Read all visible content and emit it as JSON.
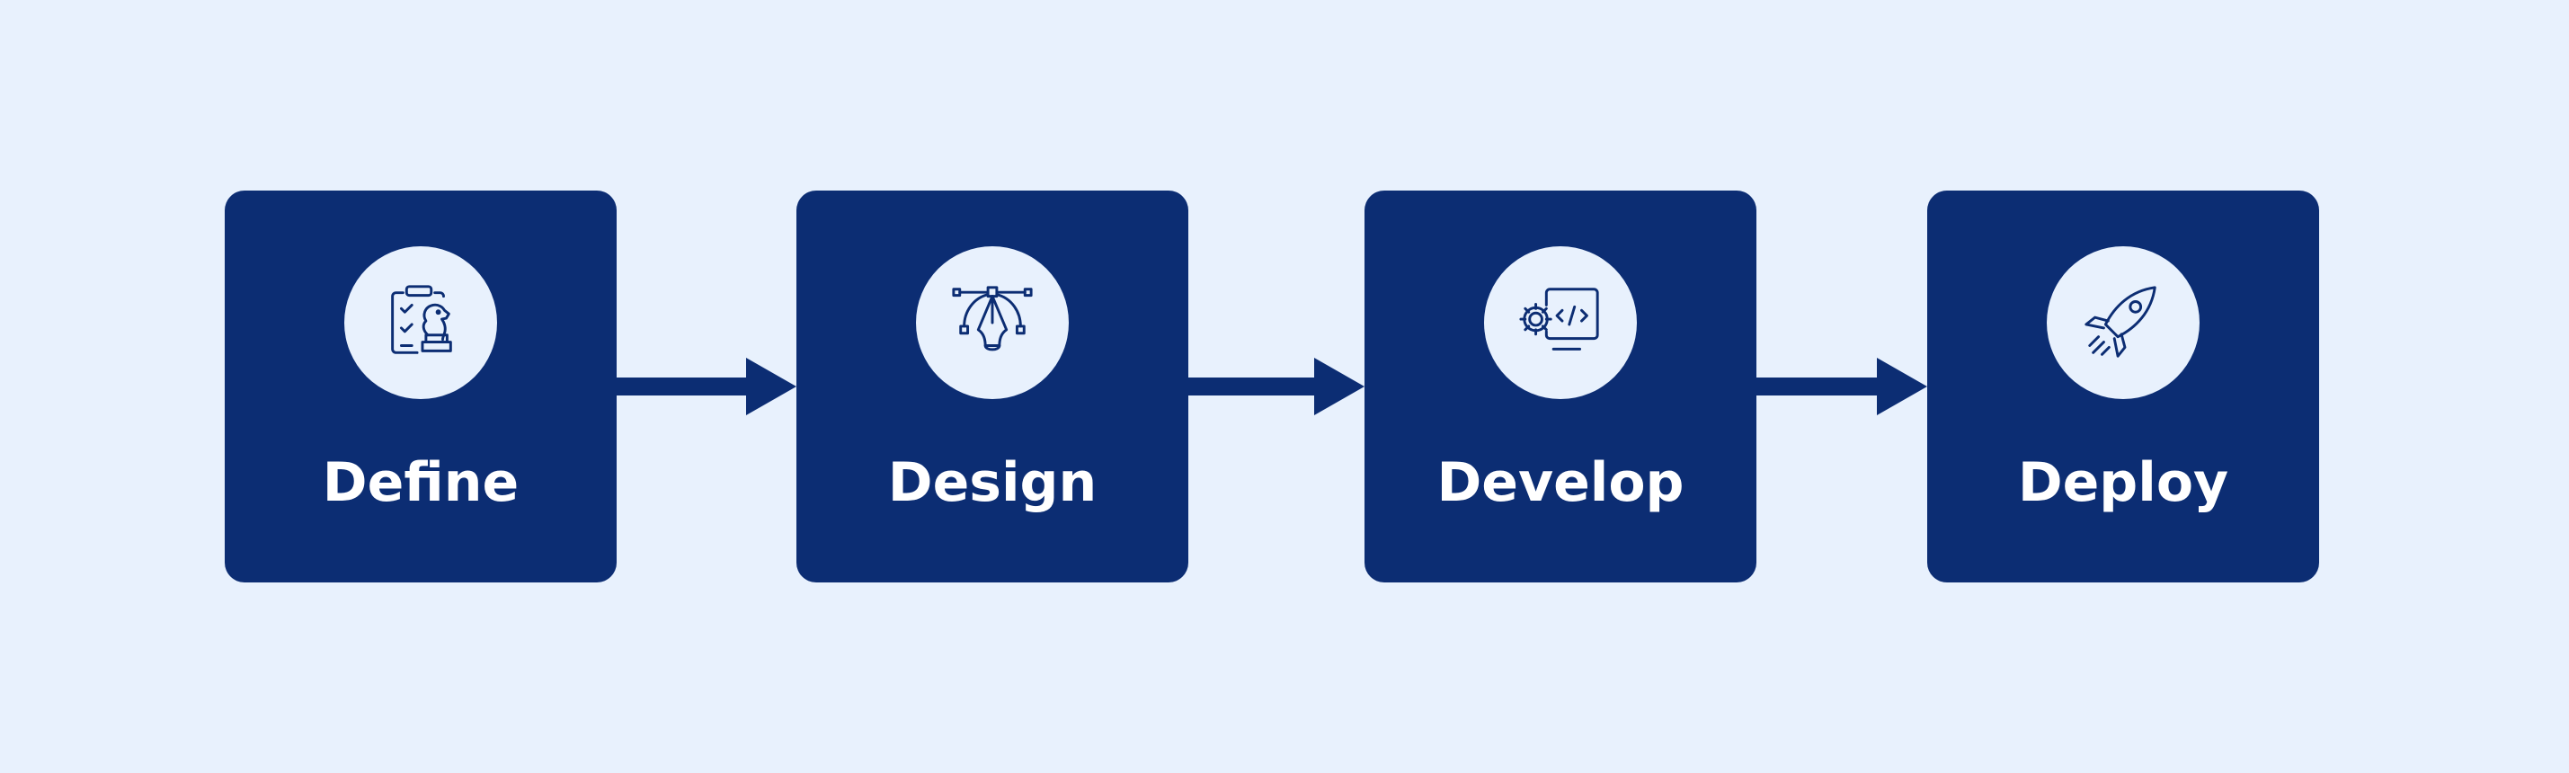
{
  "diagram": {
    "steps": [
      {
        "label": "Define",
        "icon": "strategy-clipboard-chess-icon"
      },
      {
        "label": "Design",
        "icon": "vector-pen-tool-icon"
      },
      {
        "label": "Develop",
        "icon": "code-gear-monitor-icon"
      },
      {
        "label": "Deploy",
        "icon": "rocket-icon"
      }
    ],
    "colors": {
      "background": "#e8f1fd",
      "box": "#0c2d73",
      "icon_circle": "#e8f1fd",
      "text": "#ffffff"
    }
  }
}
